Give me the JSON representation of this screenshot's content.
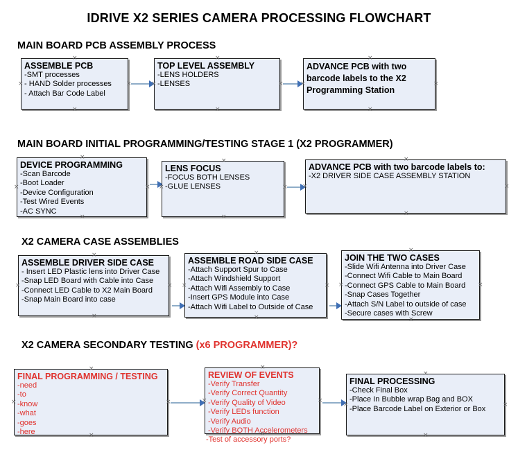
{
  "document": {
    "title": "IDRIVE X2  SERIES CAMERA PROCESSING FLOWCHART"
  },
  "sections": [
    {
      "id": "main-board-pcb-assembly",
      "heading": "MAIN BOARD PCB ASSEMBLY PROCESS",
      "heading_accent": "",
      "boxes": [
        {
          "id": "assemble-pcb",
          "title": "ASSEMBLE PCB",
          "lines": [
            "-SMT processes",
            "- HAND Solder processes",
            "- Attach Bar Code Label"
          ],
          "color": "black"
        },
        {
          "id": "top-level-assembly",
          "title": "TOP LEVEL ASSEMBLY",
          "lines": [
            "-LENS HOLDERS",
            "-LENSES"
          ],
          "color": "black"
        },
        {
          "id": "advance-pcb-to-x2-programming-station",
          "title": "ADVANCE PCB with two barcode labels to the  X2 Programming Station",
          "lines": [],
          "color": "black"
        }
      ]
    },
    {
      "id": "main-board-initial-programming",
      "heading": "MAIN BOARD INITIAL PROGRAMMING/TESTING STAGE 1 (X2 PROGRAMMER)",
      "heading_accent": "",
      "boxes": [
        {
          "id": "device-programming",
          "title": "DEVICE PROGRAMMING",
          "lines": [
            "-Scan Barcode",
            "-Boot Loader",
            "-Device Configuration",
            "-Test Wired Events",
            "-AC SYNC"
          ],
          "color": "black"
        },
        {
          "id": "lens-focus",
          "title": "LENS FOCUS",
          "lines": [
            "-FOCUS BOTH LENSES",
            "-GLUE LENSES"
          ],
          "color": "black"
        },
        {
          "id": "advance-pcb-to-driver-side-case-assembly",
          "title": "ADVANCE PCB with two barcode labels to:",
          "lines": [
            "-X2 DRIVER  SIDE  CASE  ASSEMBLY STATION"
          ],
          "color": "black"
        }
      ]
    },
    {
      "id": "x2-camera-case-assemblies",
      "heading": "X2 CAMERA CASE ASSEMBLIES",
      "heading_accent": "",
      "boxes": [
        {
          "id": "assemble-driver-side-case",
          "title": "ASSEMBLE DRIVER SIDE CASE",
          "lines": [
            "- Insert LED Plastic lens into Driver Case",
            "-Snap LED Board with Cable into Case",
            "-Connect LED Cable to X2 Main Board",
            "-Snap Main Board into case"
          ],
          "color": "black"
        },
        {
          "id": "assemble-road-side-case",
          "title": "ASSEMBLE ROAD SIDE CASE",
          "lines": [
            "-Attach Support Spur to Case",
            "-Attach Windshield Support",
            "-Attach Wifi Assembly to Case",
            "-Insert GPS Module into Case",
            "-Attach Wifi Label to Outside of Case"
          ],
          "color": "black"
        },
        {
          "id": "join-the-two-cases",
          "title": "JOIN THE TWO CASES",
          "lines": [
            "-Slide Wifi Antenna into Driver Case",
            "-Connect Wifi Cable to Main Board",
            "-Connect GPS Cable to Main Board",
            "-Snap Cases Together",
            "-Attach S/N Label to outside of case",
            "-Secure cases with Screw"
          ],
          "color": "black"
        }
      ]
    },
    {
      "id": "x2-camera-secondary-testing",
      "heading": "X2 CAMERA SECONDARY TESTING ",
      "heading_accent": "(x6 PROGRAMMER)?",
      "boxes": [
        {
          "id": "final-programming-testing",
          "title": "FINAL PROGRAMMING / TESTING",
          "lines": [
            "-need",
            "-to",
            "-know",
            "-what",
            "-goes",
            "-here"
          ],
          "color": "red"
        },
        {
          "id": "review-of-events",
          "title": "REVIEW OF EVENTS",
          "lines": [
            "-Verify Transfer",
            "-Verify Correct Quantity",
            "-Verify Quality of Video",
            "-Verify LEDs function",
            "-Verify Audio",
            "-Verify BOTH Accelerometers",
            "-Test of accessory ports?"
          ],
          "color": "red"
        },
        {
          "id": "final-processing",
          "title": "FINAL PROCESSING",
          "lines": [
            " -Check Final Box",
            "-Place In Bubble wrap Bag and BOX",
            "-Place Barcode Label on Exterior or Box"
          ],
          "color": "black"
        }
      ]
    }
  ],
  "palette": {
    "box_fill": "#e9eef8",
    "box_border": "#1b1b1b",
    "connector": "#8fadc8",
    "arrow": "#3f6fb5",
    "accent_red": "#e0332f",
    "text": "#000000"
  }
}
